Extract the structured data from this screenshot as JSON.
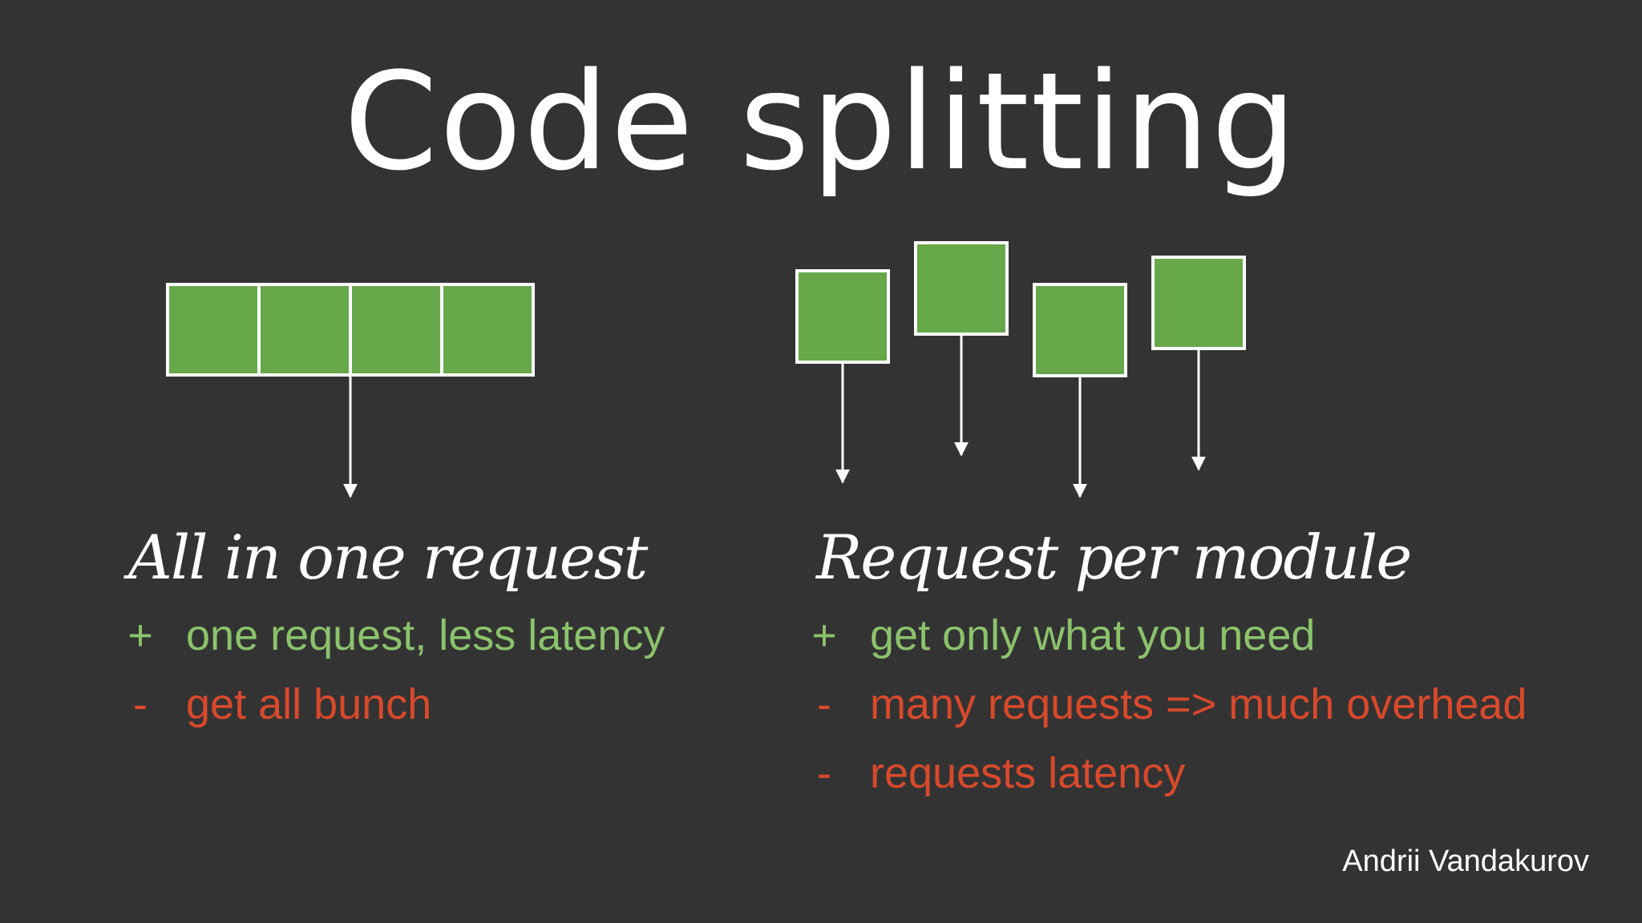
{
  "title": "Code splitting",
  "colors": {
    "background": "#333333",
    "block_fill": "#67a84b",
    "block_stroke": "#ffffff",
    "pro_text": "#8bc36b",
    "con_text": "#d9492b"
  },
  "left": {
    "heading": "All in one request",
    "blocks": 4,
    "pros": [
      {
        "sign": "+",
        "text": "one request, less latency"
      }
    ],
    "cons": [
      {
        "sign": "-",
        "text": "get all bunch"
      }
    ]
  },
  "right": {
    "heading": "Request per module",
    "blocks": 4,
    "pros": [
      {
        "sign": "+",
        "text": "get only what you need"
      }
    ],
    "cons": [
      {
        "sign": "-",
        "text": "many requests => much overhead"
      },
      {
        "sign": "-",
        "text": "requests latency"
      }
    ]
  },
  "author": "Andrii Vandakurov"
}
